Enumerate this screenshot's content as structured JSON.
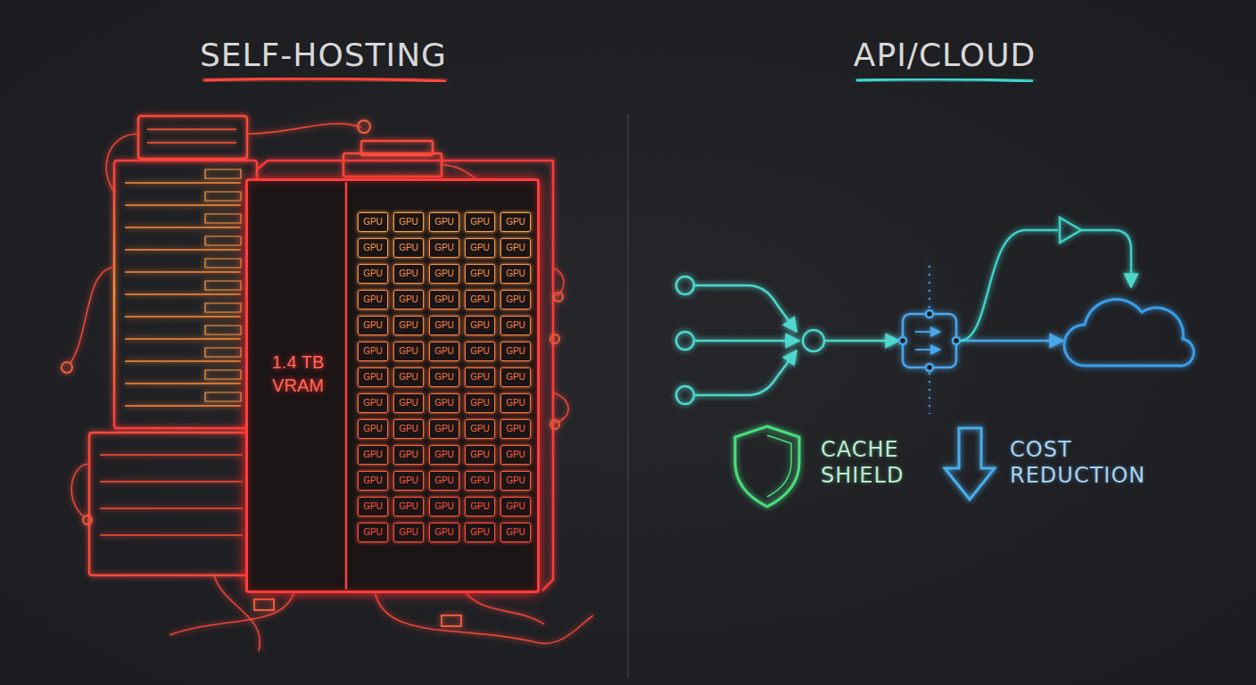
{
  "diagram": {
    "nodes": [
      {
        "text": [
          "1.4 TB VRAM"
        ]
      },
      {
        "text": [
          "GPU"
        ],
        "in": 0
      },
      {
        "text": [
          "GPU"
        ],
        "in": 0
      },
      {
        "text": [
          "GPU"
        ],
        "in": 0
      },
      {
        "text": [
          "GPU"
        ],
        "in": 0
      },
      {
        "text": [
          "GPU"
        ],
        "in": 0
      },
      {
        "text": [
          "GPU"
        ],
        "in": 0
      },
      {
        "text": [
          "GPU"
        ],
        "in": 0
      },
      {
        "text": [
          "GPU"
        ],
        "in": 0
      },
      {
        "text": [
          "GPU"
        ],
        "in": 0
      },
      {
        "text": [
          "GPU"
        ],
        "in": 0
      },
      {
        "text": [
          "GPU"
        ],
        "in": 0
      },
      {
        "text": [
          "GPU"
        ],
        "in": 0
      },
      {
        "text": [
          "GPU"
        ],
        "in": 0
      },
      {
        "text": [
          "GPU"
        ],
        "in": 0
      },
      {
        "text": [
          "GPU"
        ],
        "in": 0
      },
      {
        "text": [
          "GPU"
        ],
        "in": 0
      },
      {
        "text": [
          "GPU"
        ],
        "in": 0
      },
      {
        "text": [
          "GPU"
        ],
        "in": 0
      },
      {
        "text": [
          "GPU"
        ],
        "in": 0
      },
      {
        "text": [
          "GPU"
        ],
        "in": 0
      },
      {
        "text": [
          "GPU"
        ],
        "in": 0
      },
      {
        "text": [
          "GPU"
        ],
        "in": 0
      },
      {
        "text": [
          "GPU"
        ],
        "in": 0
      },
      {
        "text": [
          "GPU"
        ],
        "in": 0
      },
      {
        "text": [
          "GPU"
        ],
        "in": 0
      },
      {
        "text": [
          "GPU"
        ],
        "in": 0
      },
      {
        "text": [
          "GPU"
        ],
        "in": 0
      },
      {
        "text": [
          "GPU"
        ],
        "in": 0
      },
      {
        "text": [
          "GPU"
        ],
        "in": 0
      },
      {
        "text": [
          "GPU"
        ],
        "in": 0
      },
      {
        "text": [
          "GPU"
        ],
        "in": 0
      },
      {
        "text": [
          "GPU"
        ],
        "in": 0
      },
      {
        "text": [
          "GPU"
        ],
        "in": 0
      },
      {
        "text": [
          "GPU"
        ],
        "in": 0
      },
      {
        "text": [
          "GPU"
        ],
        "in": 0
      },
      {
        "text": [
          "GPU"
        ],
        "in": 0
      },
      {
        "text": [
          "GPU"
        ],
        "in": 0
      },
      {
        "text": [
          "GPU"
        ],
        "in": 0
      },
      {
        "text": [
          "GPU"
        ],
        "in": 0
      },
      {
        "text": [
          "GPU"
        ],
        "in": 0
      },
      {
        "text": [
          "GPU"
        ],
        "in": 0
      },
      {
        "text": [
          "GPU"
        ],
        "in": 0
      },
      {
        "text": [
          "GPU"
        ],
        "in": 0
      },
      {
        "text": [
          "GPU"
        ],
        "in": 0
      },
      {
        "text": [
          "GPU"
        ],
        "in": 0
      },
      {
        "text": [
          "GPU"
        ],
        "in": 0
      },
      {
        "text": [
          "GPU"
        ],
        "in": 0
      },
      {
        "text": [
          "GPU"
        ],
        "in": 0
      },
      {
        "text": [
          "GPU"
        ],
        "in": 0
      },
      {
        "text": [
          "GPU"
        ],
        "in": 0
      },
      {
        "text": [
          "GPU"
        ],
        "in": 0
      },
      {
        "text": [
          "GPU"
        ],
        "in": 0
      },
      {
        "text": [
          "GPU"
        ],
        "in": 0
      },
      {
        "text": [
          "GPU"
        ],
        "in": 0
      },
      {
        "text": [
          "GPU"
        ],
        "in": 0
      },
      {
        "text": [
          "GPU"
        ],
        "in": 0
      },
      {
        "text": [
          "GPU"
        ],
        "in": 0
      },
      {
        "text": [
          "GPU"
        ],
        "in": 0
      },
      {
        "text": [
          "GPU"
        ],
        "in": 0
      },
      {
        "text": [
          "GPU"
        ],
        "in": 0
      },
      {
        "text": [
          "GPU"
        ],
        "in": 0
      },
      {
        "text": [
          "GPU"
        ],
        "in": 0
      },
      {
        "text": [
          "GPU"
        ],
        "in": 0
      },
      {
        "text": [
          "GPU"
        ],
        "in": 0
      },
      {
        "text": [
          "GPU"
        ],
        "in": 0
      }
    ],
    "labels": [
      "SELF-HOSTING",
      "API/CLOUD",
      "CACHE SHIELD",
      "COST REDUCTION"
    ]
  }
}
